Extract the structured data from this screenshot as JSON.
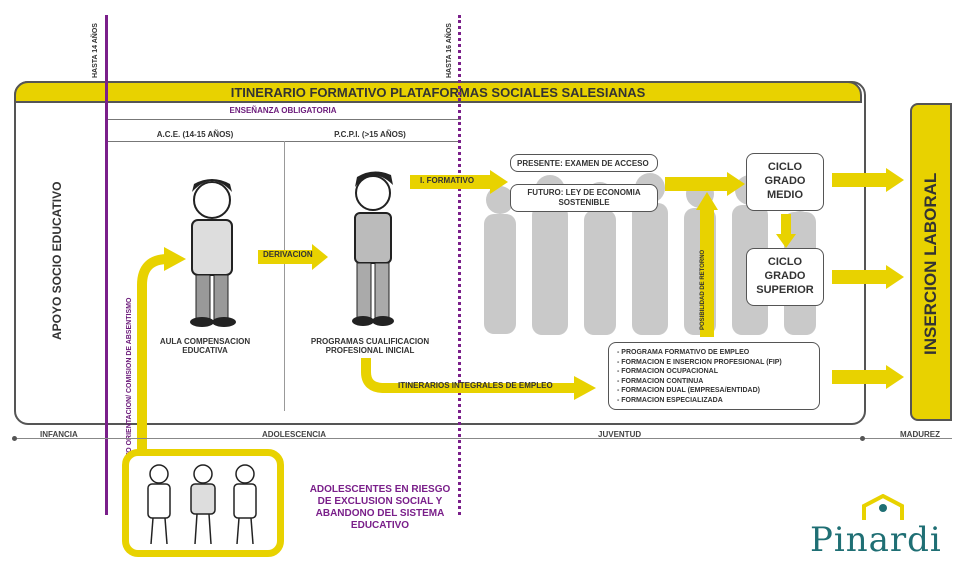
{
  "title": "ITINERARIO FORMATIVO PLATAFORMAS SOCIALES SALESIANAS",
  "ensenanza": "ENSEÑANZA OBLIGATORIA",
  "stage_ace": "A.C.E. (14-15 AÑOS)",
  "stage_pcpi": "P.C.P.I. (>15 AÑOS)",
  "hasta14": "HASTA 14 AÑOS",
  "hasta16": "HASTA 16 AÑOS",
  "apoyo": "APOYO SOCIO EDUCATIVO",
  "derivacion": "DERIVACION",
  "aula": "AULA COMPENSACION\nEDUCATIVA",
  "programas": "PROGRAMAS CUALIFICACION\nPROFESIONAL INICIAL",
  "i_formativo": "I. FORMATIVO",
  "presente": "PRESENTE: EXAMEN DE ACCESO",
  "futuro": "FUTURO: LEY DE ECONOMIA\nSOSTENIBLE",
  "posibilidad": "POSIBILIDAD DE RETORNO",
  "ciclo_medio": "CICLO\nGRADO\nMEDIO",
  "ciclo_superior": "CICLO\nGRADO\nSUPERIOR",
  "itinerarios": "ITINERARIOS INTEGRALES DE EMPLEO",
  "programs_list": [
    "- PROGRAMA FORMATIVO DE EMPLEO",
    "- FORMACION E INSERCION PROFESIONAL (FIP)",
    "- FORMACION OCUPACIONAL",
    "- FORMACION CONTINUA",
    "- FORMACION DUAL (EMPRESA/ENTIDAD)",
    "- FORMACION ESPECIALIZADA"
  ],
  "insercion": "INSERCION LABORAL",
  "timeline": {
    "infancia": "INFANCIA",
    "adolescencia": "ADOLESCENCIA",
    "juventud": "JUVENTUD",
    "madurez": "MADUREZ"
  },
  "propuesta": "PROPUESTA DEPARTAMENTO ORIENTACION/ COMISION DE ABSENTISMO",
  "riesgo": "ADOLESCENTES EN RIESGO\nDE EXCLUSION SOCIAL Y\nABANDONO DEL SISTEMA\nEDUCATIVO",
  "logo": "Pinardi",
  "colors": {
    "accent_yellow": "#e8d200",
    "purple": "#7a1f8a",
    "teal": "#1f6f74"
  }
}
